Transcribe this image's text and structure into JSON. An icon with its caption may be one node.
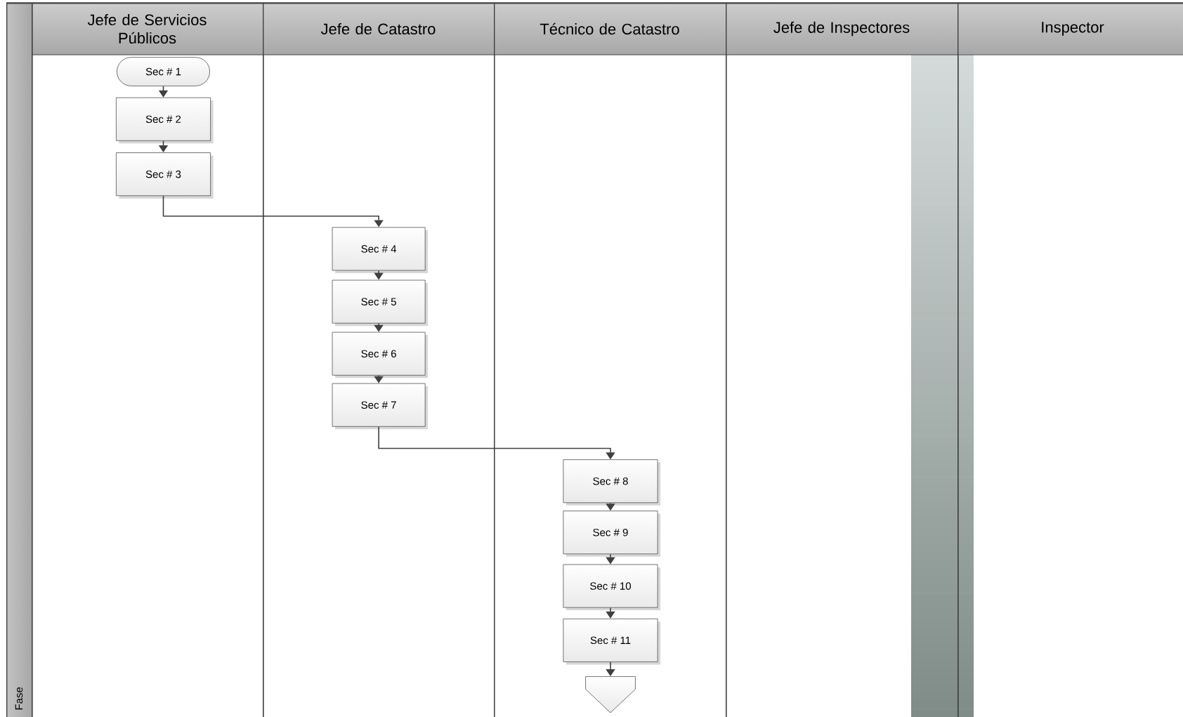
{
  "diagram": {
    "nodes": [
      {
        "text": [
          "Jefe de Servicios Públicos"
        ]
      },
      {
        "text": [
          "Jefe de Catastro"
        ]
      },
      {
        "text": [
          "Técnico de Catastro"
        ]
      },
      {
        "text": [
          "Jefe de Inspectores"
        ]
      },
      {
        "text": [
          "Inspector"
        ]
      },
      {
        "text": [
          "Fase"
        ]
      },
      {
        "text": [
          "Sec # 1"
        ],
        "in": 0
      },
      {
        "text": [
          "Sec # 2"
        ],
        "in": 0
      },
      {
        "text": [
          "Sec # 3"
        ],
        "in": 0
      },
      {
        "text": [
          "Sec # 4"
        ],
        "in": 1
      },
      {
        "text": [
          "Sec # 5"
        ],
        "in": 1
      },
      {
        "text": [
          "Sec # 6"
        ],
        "in": 1
      },
      {
        "text": [
          "Sec # 7"
        ],
        "in": 1
      },
      {
        "text": [
          "Sec # 8"
        ],
        "in": 2
      },
      {
        "text": [
          "Sec # 9"
        ],
        "in": 2
      },
      {
        "text": [
          "Sec # 10"
        ],
        "in": 2
      },
      {
        "text": [
          "Sec # 11"
        ],
        "in": 2
      },
      {
        "text": [],
        "shape": "pentagon",
        "in": 2
      }
    ],
    "edges": [
      {
        "from": 6,
        "to": 7,
        "arrow": "to"
      },
      {
        "from": 7,
        "to": 8,
        "arrow": "to"
      },
      {
        "from": 8,
        "to": 9,
        "arrow": "to"
      },
      {
        "from": 9,
        "to": 10,
        "arrow": "to"
      },
      {
        "from": 10,
        "to": 11,
        "arrow": "to"
      },
      {
        "from": 11,
        "to": 12,
        "arrow": "to"
      },
      {
        "from": 12,
        "to": 13,
        "arrow": "to"
      },
      {
        "from": 13,
        "to": 14,
        "arrow": "to"
      },
      {
        "from": 14,
        "to": 15,
        "arrow": "to"
      },
      {
        "from": 15,
        "to": 16,
        "arrow": "to"
      },
      {
        "from": 16,
        "to": 17,
        "arrow": "to"
      }
    ]
  }
}
